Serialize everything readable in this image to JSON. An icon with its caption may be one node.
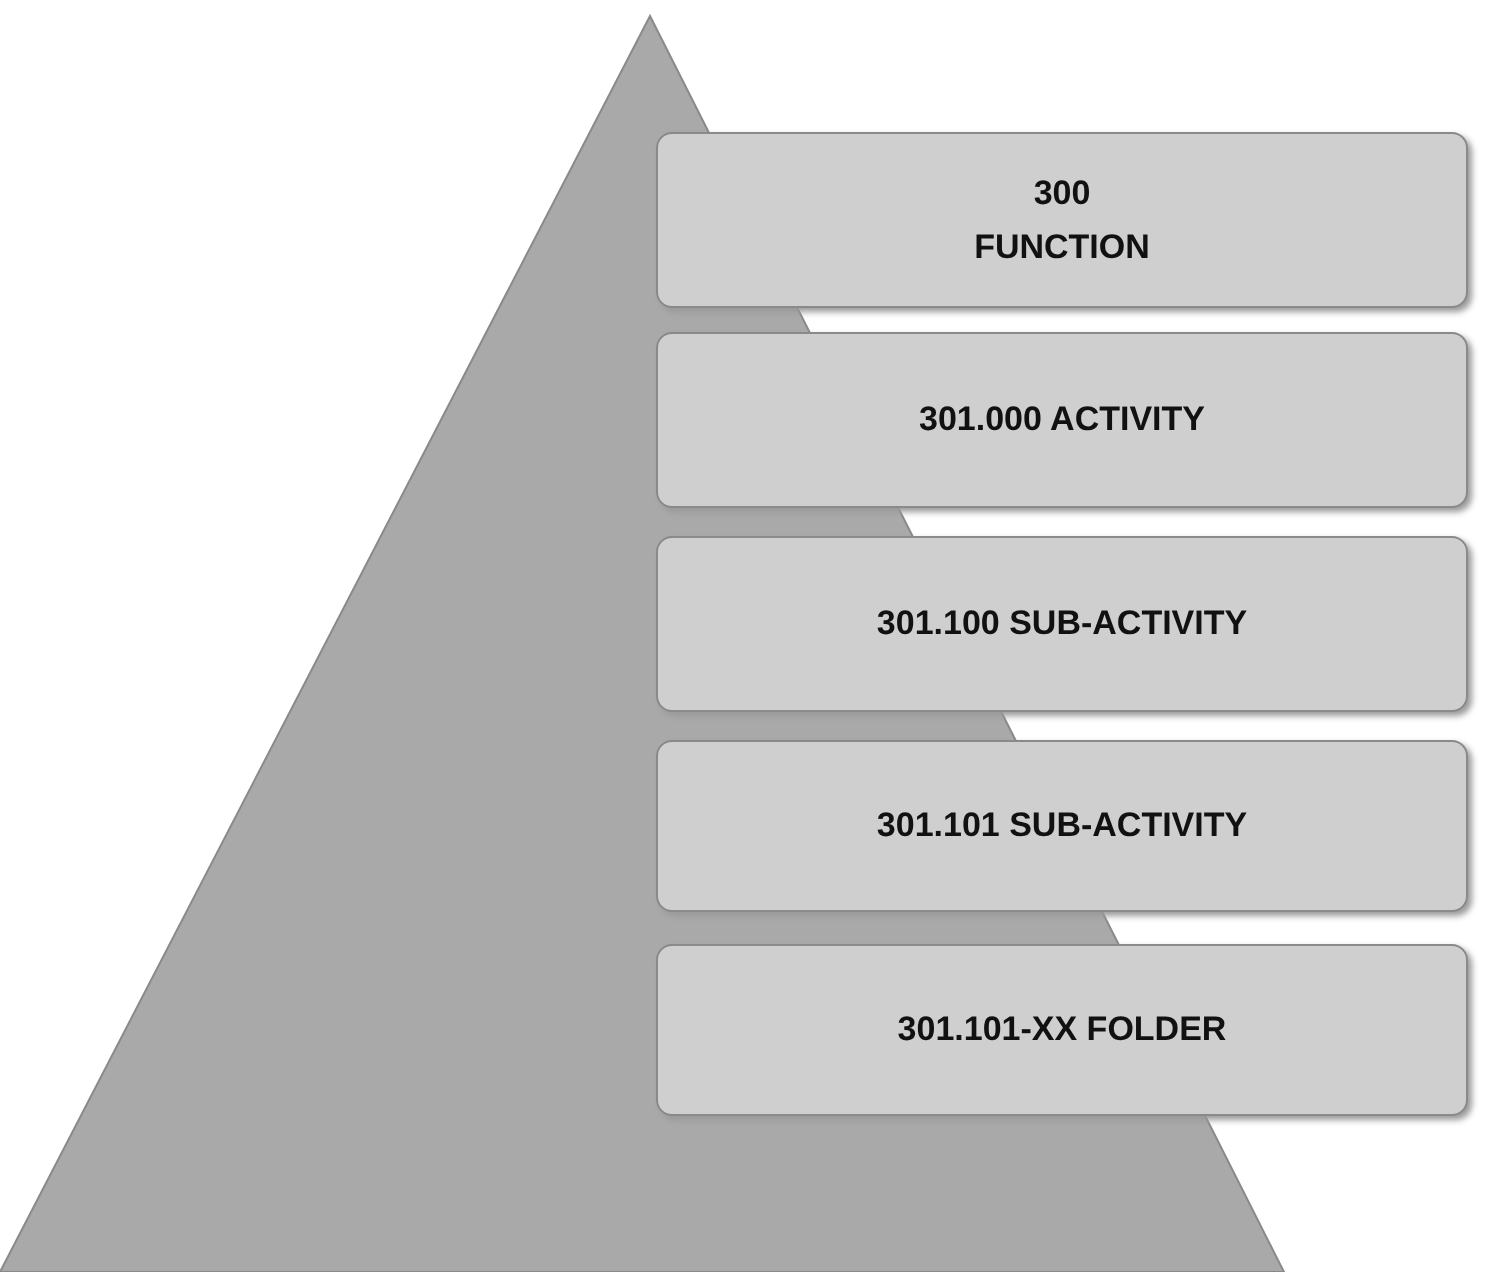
{
  "diagram": {
    "nodes": [
      {
        "text": [
          "300 FUNCTION"
        ]
      },
      {
        "text": [
          "301.000 ACTIVITY"
        ]
      },
      {
        "text": [
          "301.100 SUB-ACTIVITY"
        ]
      },
      {
        "text": [
          "301.101 SUB-ACTIVITY"
        ]
      },
      {
        "text": [
          "301.101-XX FOLDER"
        ]
      }
    ]
  }
}
